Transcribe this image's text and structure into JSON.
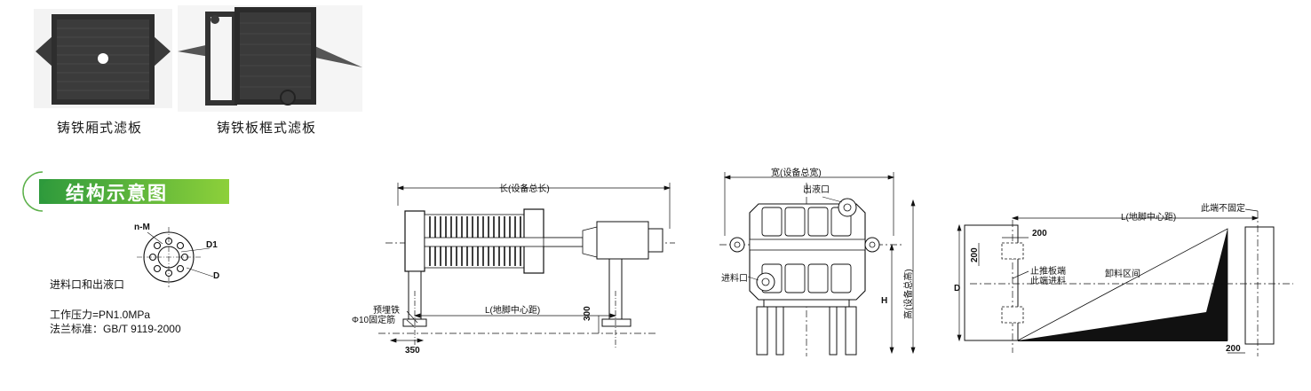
{
  "photos": [
    {
      "caption": "铸铁厢式滤板"
    },
    {
      "caption": "铸铁板框式滤板"
    }
  ],
  "section": {
    "title": "结构示意图"
  },
  "flange": {
    "label_nm": "n-M",
    "label_d1": "D1",
    "label_d": "D",
    "inlet_outlet": "进料口和出液口",
    "pressure": "工作压力=PN1.0MPa",
    "standard": "法兰标准：GB/T 9119-2000"
  },
  "side_view": {
    "total_length": "长(设备总长)",
    "foot_distance": "L(地脚中心距)",
    "embedded_iron": "预埋铁",
    "fixed_bar": "Φ10固定筋",
    "dim_300": "300",
    "dim_350": "350"
  },
  "end_view": {
    "total_width": "宽(设备总宽)",
    "outlet": "出液口",
    "inlet": "进料口",
    "height_h": "H",
    "total_height": "高(设备总高)"
  },
  "plan_view": {
    "foot_distance": "L(地脚中心距)",
    "end_not_fixed": "此端不固定",
    "dim_200_top": "200",
    "dim_200_side": "200",
    "dim_200_bottom": "200",
    "dim_d": "D",
    "stop_plate_end": "止推板端",
    "feed_end": "此端进料",
    "discharge_area": "卸料区间"
  },
  "colors": {
    "title_green_start": "#2e9a3c",
    "title_green_end": "#8dd03a",
    "plate_dark": "#2f2f2f"
  }
}
